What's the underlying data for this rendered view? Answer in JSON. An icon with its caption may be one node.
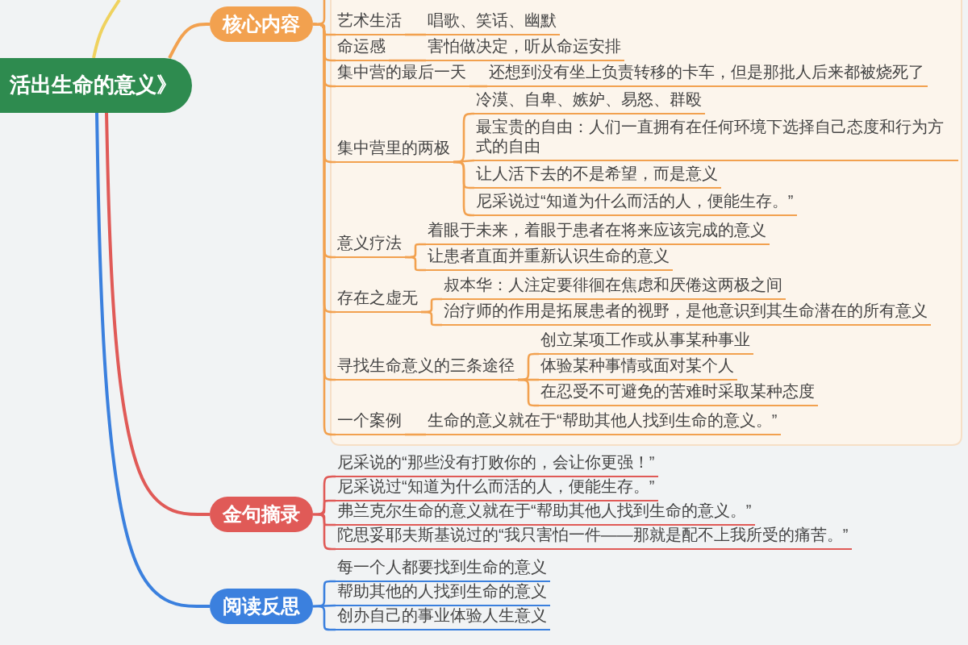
{
  "diagram": {
    "nodes": [
      {
        "text": [
          "活出生命的意义》"
        ]
      },
      {
        "text": [
          "核心内容"
        ]
      },
      {
        "text": [
          "艺术生活"
        ]
      },
      {
        "text": [
          "唱歌、笑话、幽默"
        ]
      },
      {
        "text": [
          "命运感"
        ]
      },
      {
        "text": [
          "害怕做决定，听从命运安排"
        ]
      },
      {
        "text": [
          "集中营的最后一天"
        ]
      },
      {
        "text": [
          "还想到没有坐上负责转移的卡车，但是那批人后来都被烧死了"
        ]
      },
      {
        "text": [
          "集中营里的两极"
        ]
      },
      {
        "text": [
          "冷漠、自卑、嫉妒、易怒、群殴"
        ]
      },
      {
        "text": [
          "最宝贵的自由：人们一直拥有在任何环境下选择自己态度和行为方式的自由"
        ]
      },
      {
        "text": [
          "让人活下去的不是希望，而是意义"
        ]
      },
      {
        "text": [
          "尼采说过“知道为什么而活的人，便能生存。”"
        ]
      },
      {
        "text": [
          "意义疗法"
        ]
      },
      {
        "text": [
          "着眼于未来，着眼于患者在将来应该完成的意义"
        ]
      },
      {
        "text": [
          "让患者直面并重新认识生命的意义"
        ]
      },
      {
        "text": [
          "存在之虚无"
        ]
      },
      {
        "text": [
          "叔本华：人注定要徘徊在焦虑和厌倦这两极之间"
        ]
      },
      {
        "text": [
          "治疗师的作用是拓展患者的视野，是他意识到其生命潜在的所有意义"
        ]
      },
      {
        "text": [
          "寻找生命意义的三条途径"
        ]
      },
      {
        "text": [
          "创立某项工作或从事某种事业"
        ]
      },
      {
        "text": [
          "体验某种事情或面对某个人"
        ]
      },
      {
        "text": [
          "在忍受不可避免的苦难时采取某种态度"
        ]
      },
      {
        "text": [
          "一个案例"
        ]
      },
      {
        "text": [
          "生命的意义就在于“帮助其他人找到生命的意义。”"
        ]
      },
      {
        "text": [
          "金句摘录"
        ]
      },
      {
        "text": [
          "尼采说的“那些没有打败你的，会让你更强！”"
        ]
      },
      {
        "text": [
          "尼采说过“知道为什么而活的人，便能生存。”"
        ]
      },
      {
        "text": [
          "弗兰克尔生命的意义就在于“帮助其他人找到生命的意义。”"
        ]
      },
      {
        "text": [
          "陀思妥耶夫斯基说过的“我只害怕一件——那就是配不上我所受的痛苦。”"
        ]
      },
      {
        "text": [
          "阅读反思"
        ]
      },
      {
        "text": [
          "每一个人都要找到生命的意义"
        ]
      },
      {
        "text": [
          "帮助其他的人找到生命的意义"
        ]
      },
      {
        "text": [
          "创办自己的事业体验人生意义"
        ]
      }
    ],
    "edges": [
      {
        "from": 0,
        "to": 1,
        "arrow": "none"
      },
      {
        "from": 0,
        "to": 25,
        "arrow": "none",
        "color": "#e05a57"
      },
      {
        "from": 0,
        "to": 30,
        "arrow": "none",
        "color": "#3b80de"
      },
      {
        "from": 0,
        "to": null,
        "arrow": "none",
        "color": "#efd25e"
      },
      {
        "from": 1,
        "to": null,
        "arrow": "none"
      },
      {
        "from": 1,
        "to": 2,
        "arrow": "none"
      },
      {
        "from": 2,
        "to": 3,
        "arrow": "none"
      },
      {
        "from": 1,
        "to": 4,
        "arrow": "none"
      },
      {
        "from": 4,
        "to": 5,
        "arrow": "none"
      },
      {
        "from": 1,
        "to": 6,
        "arrow": "none"
      },
      {
        "from": 6,
        "to": 7,
        "arrow": "none"
      },
      {
        "from": 1,
        "to": 8,
        "arrow": "none"
      },
      {
        "from": 8,
        "to": 9,
        "arrow": "none"
      },
      {
        "from": 8,
        "to": 10,
        "arrow": "none"
      },
      {
        "from": 8,
        "to": 11,
        "arrow": "none"
      },
      {
        "from": 8,
        "to": 12,
        "arrow": "none"
      },
      {
        "from": 1,
        "to": 13,
        "arrow": "none"
      },
      {
        "from": 13,
        "to": 14,
        "arrow": "none"
      },
      {
        "from": 13,
        "to": 15,
        "arrow": "none"
      },
      {
        "from": 1,
        "to": 16,
        "arrow": "none"
      },
      {
        "from": 16,
        "to": 17,
        "arrow": "none"
      },
      {
        "from": 16,
        "to": 18,
        "arrow": "none"
      },
      {
        "from": 1,
        "to": 19,
        "arrow": "none"
      },
      {
        "from": 19,
        "to": 20,
        "arrow": "none"
      },
      {
        "from": 19,
        "to": 21,
        "arrow": "none"
      },
      {
        "from": 19,
        "to": 22,
        "arrow": "none"
      },
      {
        "from": 1,
        "to": 23,
        "arrow": "none"
      },
      {
        "from": 23,
        "to": 24,
        "arrow": "none"
      },
      {
        "from": 25,
        "to": 26,
        "arrow": "none",
        "color": "#e05a57"
      },
      {
        "from": 25,
        "to": 27,
        "arrow": "none",
        "color": "#e05a57"
      },
      {
        "from": 25,
        "to": 28,
        "arrow": "none",
        "color": "#e05a57"
      },
      {
        "from": 25,
        "to": 29,
        "arrow": "none",
        "color": "#e05a57"
      },
      {
        "from": 30,
        "to": 31,
        "arrow": "none",
        "color": "#3b80de"
      },
      {
        "from": 30,
        "to": 32,
        "arrow": "none",
        "color": "#3b80de"
      },
      {
        "from": 30,
        "to": 33,
        "arrow": "none",
        "color": "#3b80de"
      }
    ]
  }
}
